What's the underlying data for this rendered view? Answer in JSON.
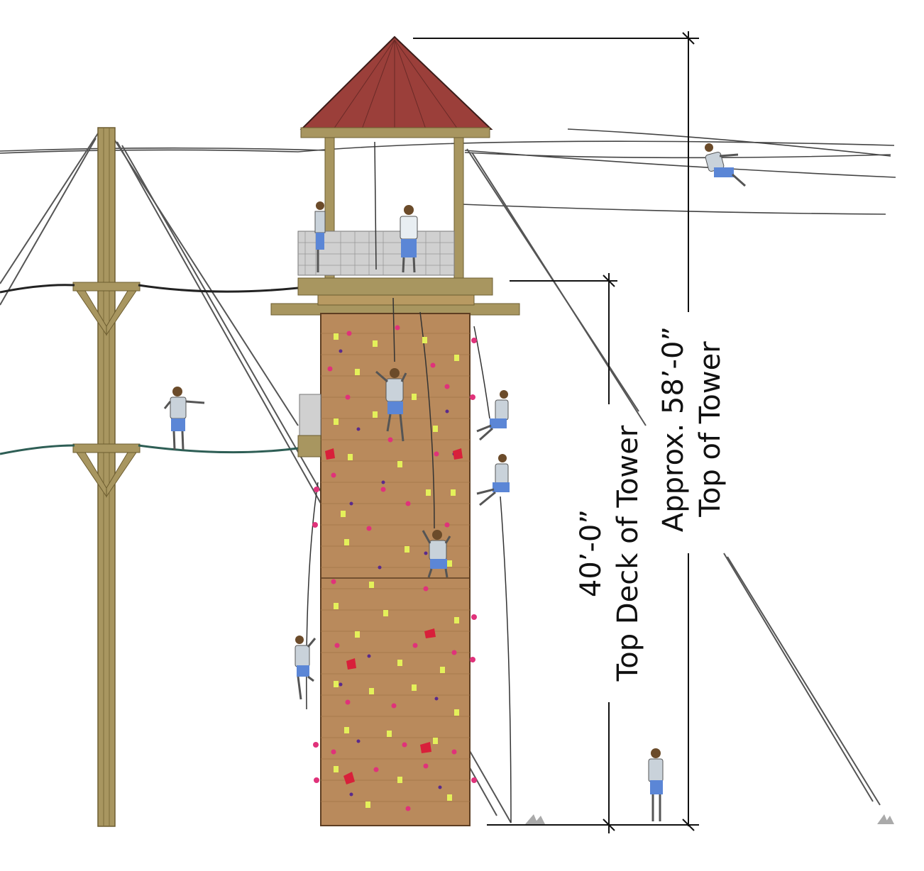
{
  "dimensions": {
    "deck": {
      "value": "40’-0”",
      "label": "Top Deck of Tower"
    },
    "top": {
      "prefix": "Approx.",
      "value": "58’-0”",
      "label": "Top of Tower"
    }
  },
  "colors": {
    "roof": "#9b3f3a",
    "timber": "#a08a52",
    "wall": "#b98a5c",
    "hold_yellow": "#e4f05a",
    "hold_pink": "#e0327a",
    "hold_purple": "#5a2a8c",
    "hold_red": "#d8203a",
    "shirt": "#c9d2da",
    "shorts": "#5b86d6"
  }
}
